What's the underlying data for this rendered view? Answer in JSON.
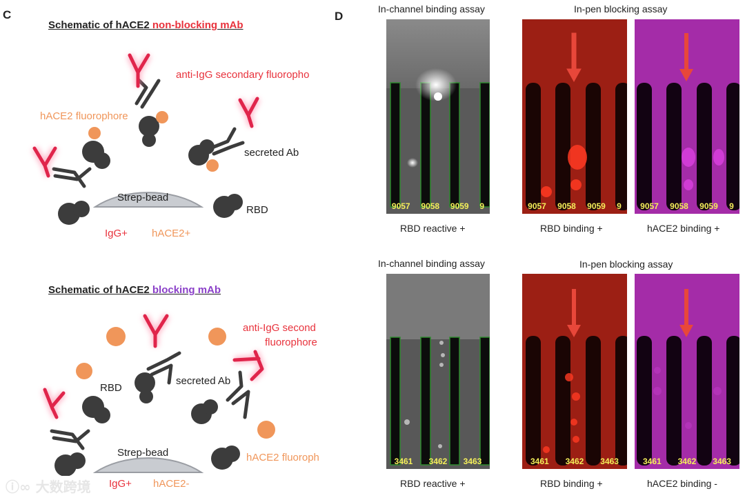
{
  "panel_c": {
    "label": "C",
    "top": {
      "title_prefix": "Schematic of hACE2 ",
      "title_colored": "non-blocking mAb",
      "anti_igg": "anti-IgG  secondary fluoropho",
      "hace2_fluorophore": "hACE2 fluorophore",
      "secreted_ab": "secreted Ab",
      "strep_bead": "Strep-bead",
      "rbd": "RBD",
      "igg_plus": "IgG+",
      "hace2_status": "hACE2+",
      "colors": {
        "title_colored": "#e8323c"
      }
    },
    "bottom": {
      "title_prefix": "Schematic of hACE2 ",
      "title_colored": "blocking mAb",
      "anti_igg_line1": "anti-IgG  second",
      "anti_igg_line2": "fluorophore",
      "rbd": "RBD",
      "secreted_ab": "secreted Ab",
      "strep_bead": "Strep-bead",
      "hace2_fluorophore": "hACE2 fluoroph",
      "igg_plus": "IgG+",
      "hace2_status": "hACE2-",
      "colors": {
        "title_colored": "#8a3fc8"
      }
    }
  },
  "panel_d": {
    "label": "D",
    "top": {
      "in_channel_title": "In-channel  binding assay",
      "in_pen_title": "In-pen  blocking assay",
      "gray_ids": [
        "9057",
        "9058",
        "9059",
        "9"
      ],
      "red_ids": [
        "9057",
        "9058",
        "9059",
        "9"
      ],
      "magenta_ids": [
        "9057",
        "9058",
        "9059",
        "9"
      ],
      "caption_gray": "RBD reactive  +",
      "caption_red": "RBD binding +",
      "caption_magenta": "hACE2 binding  +"
    },
    "bottom": {
      "in_channel_title": "In-channel   binding assay",
      "in_pen_title": "In-pen  blocking assay",
      "gray_ids": [
        "3461",
        "3462",
        "3463"
      ],
      "red_ids": [
        "3461",
        "3462",
        "3463"
      ],
      "magenta_ids": [
        "3461",
        "3462",
        "3463"
      ],
      "caption_gray": "RBD reactive  +",
      "caption_red": "RBD binding  +",
      "caption_magenta": "hACE2 binding -"
    }
  },
  "watermark": {
    "text": "大数跨境"
  },
  "colors": {
    "red": "#e8323c",
    "orange": "#f0965a",
    "purple": "#8a3fc8",
    "bead": "#c9ccd1",
    "antibody": "#3c3c3c"
  }
}
